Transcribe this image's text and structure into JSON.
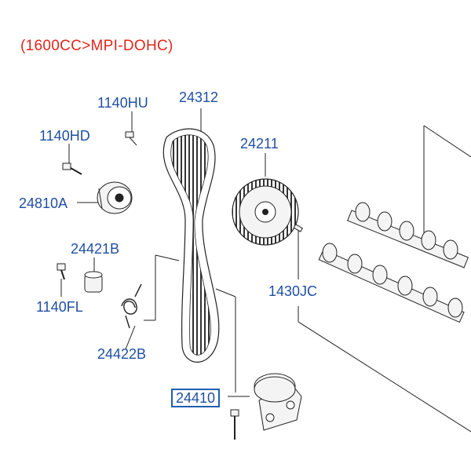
{
  "diagram": {
    "subtitle": "(1600CC>MPI-DOHC)",
    "callouts": [
      {
        "key": "c24312",
        "text": "24312"
      },
      {
        "key": "c1140hu",
        "text": "1140HU"
      },
      {
        "key": "c24211",
        "text": "24211"
      },
      {
        "key": "c1140hd",
        "text": "1140HD"
      },
      {
        "key": "c24810a",
        "text": "24810A"
      },
      {
        "key": "c24421b",
        "text": "24421B"
      },
      {
        "key": "c1430jc",
        "text": "1430JC"
      },
      {
        "key": "c1140fl",
        "text": "1140FL"
      },
      {
        "key": "c24422b",
        "text": "24422B"
      },
      {
        "key": "c24410",
        "text": "24410",
        "selected": true
      }
    ]
  },
  "colors": {
    "subtitle": "#e0261b",
    "callout": "#1f4fa3",
    "selection_border": "#1d5fb0",
    "line": "#222222",
    "part_fill": "#f4f4f4"
  }
}
